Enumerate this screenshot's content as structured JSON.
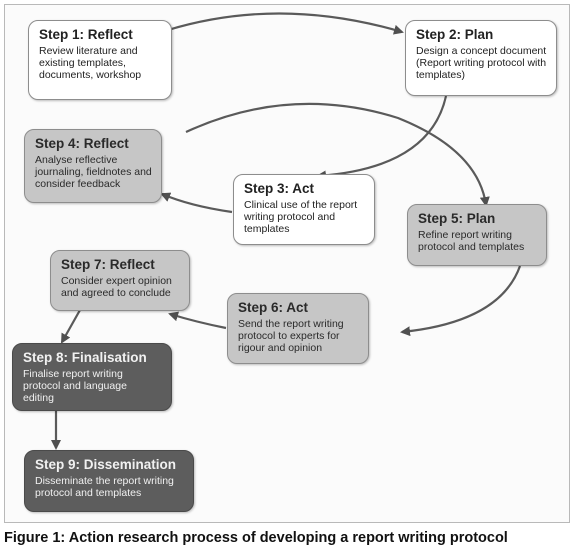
{
  "steps": {
    "s1": {
      "title": "Step 1: Reflect",
      "body": "Review literature and\nexisting templates,\ndocuments, workshop"
    },
    "s2": {
      "title": "Step 2: Plan",
      "body": "Design a concept document\n(Report writing protocol with\ntemplates)"
    },
    "s3": {
      "title": "Step 3: Act",
      "body": "Clinical use of the report\nwriting protocol and\ntemplates"
    },
    "s4": {
      "title": "Step 4: Reflect",
      "body": "Analyse reflective\njournaling, fieldnotes and\nconsider feedback"
    },
    "s5": {
      "title": "Step 5: Plan",
      "body": "Refine report writing\nprotocol and templates"
    },
    "s6": {
      "title": "Step 6: Act",
      "body": "Send the report writing\nprotocol  to experts for\nrigour and opinion"
    },
    "s7": {
      "title": "Step 7: Reflect",
      "body": "Consider expert opinion\nand agreed to conclude"
    },
    "s8": {
      "title": "Step 8: Finalisation",
      "body": "Finalise report writing\nprotocol and  language\nediting"
    },
    "s9": {
      "title": "Step 9: Dissemination",
      "body": "Disseminate the report writing\nprotocol  and templates"
    }
  },
  "caption": "Figure 1: Action research process of developing a report writing protocol",
  "colors": {
    "white_box": "#ffffff",
    "light_box": "#c6c6c6",
    "dark_box": "#5d5d5d",
    "arrow": "#505050"
  }
}
